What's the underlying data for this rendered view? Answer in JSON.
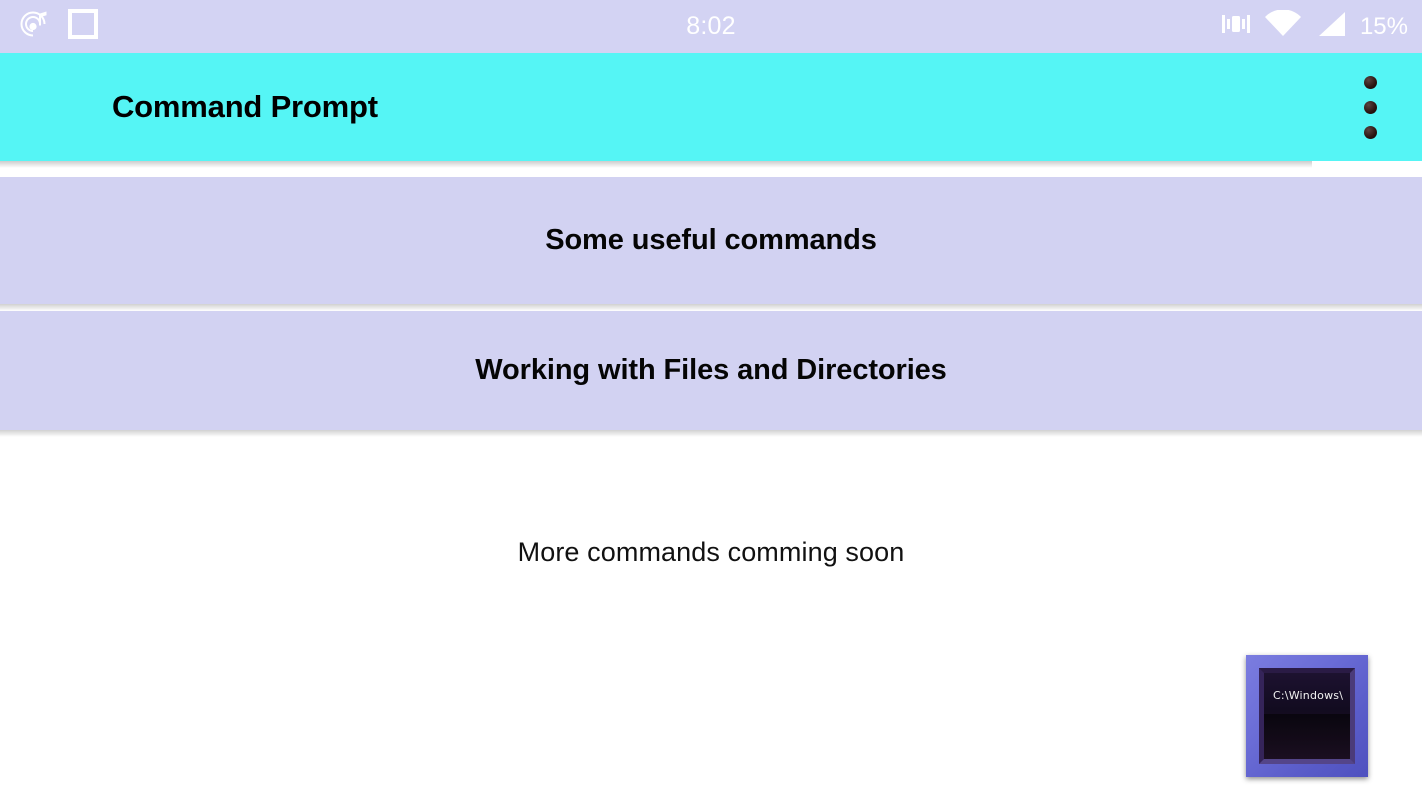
{
  "status_bar": {
    "background_color": "#d3d3f3",
    "clock": "8:02",
    "battery_percent": "15%",
    "left_icons": [
      {
        "name": "notification-music-icon",
        "glyph": "music-spiral"
      },
      {
        "name": "square-outline-icon",
        "glyph": "square"
      }
    ],
    "right_icons": [
      {
        "name": "vibrate-icon",
        "glyph": "vibrate"
      },
      {
        "name": "wifi-icon",
        "glyph": "wifi"
      },
      {
        "name": "signal-icon",
        "glyph": "signal"
      }
    ]
  },
  "appbar": {
    "title": "Command Prompt",
    "background_color": "#55f5f5",
    "title_color": "#000000",
    "overflow_menu_label": "More options"
  },
  "list": {
    "card_color": "#d2d2f2",
    "items": [
      {
        "label": "Some useful commands"
      },
      {
        "label": "Working with Files and Directories"
      }
    ]
  },
  "body": {
    "note": "More commands comming soon"
  },
  "cmd_icon": {
    "prompt_text": "C:\\Windows\\",
    "border_color": "#6a6cd6",
    "screen_color": "#120b20"
  }
}
